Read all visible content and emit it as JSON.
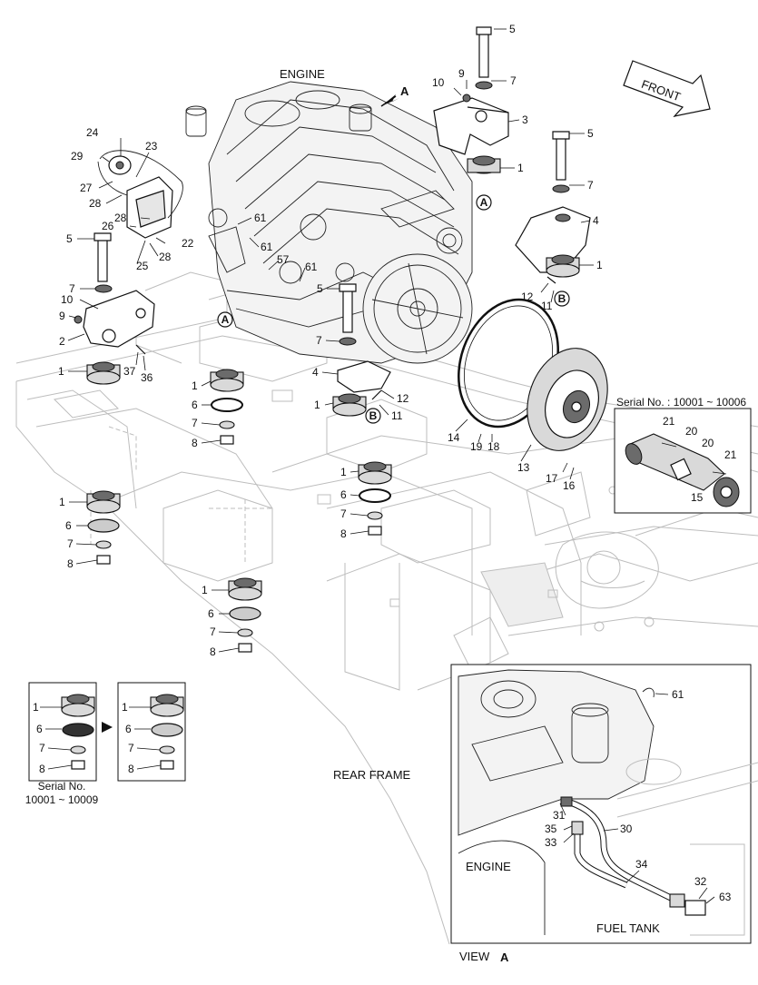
{
  "labels": {
    "engine_top": "ENGINE",
    "front": "FRONT",
    "rear_frame": "REAR FRAME",
    "serial_box_title": "Serial No. : 10001 ~ 10006",
    "serial_small_1": "Serial No.",
    "serial_small_2": "10001 ~ 10009",
    "view_a_text": "VIEW",
    "view_a_letter": "A",
    "inset_engine": "ENGINE",
    "inset_fuel_tank": "FUEL TANK",
    "arrow_a": "A",
    "marker_a": "A",
    "marker_b": "B"
  },
  "callouts": {
    "n1": "1",
    "n2": "2",
    "n3": "3",
    "n4": "4",
    "n5": "5",
    "n6": "6",
    "n7": "7",
    "n8": "8",
    "n9": "9",
    "n10": "10",
    "n11": "11",
    "n12": "12",
    "n13": "13",
    "n14": "14",
    "n15": "15",
    "n16": "16",
    "n17": "17",
    "n18": "18",
    "n19": "19",
    "n20": "20",
    "n21": "21",
    "n22": "22",
    "n23": "23",
    "n24": "24",
    "n25": "25",
    "n26": "26",
    "n27": "27",
    "n28": "28",
    "n29": "29",
    "n30": "30",
    "n31": "31",
    "n32": "32",
    "n33": "33",
    "n34": "34",
    "n35": "35",
    "n36": "36",
    "n37": "37",
    "n57": "57",
    "n61": "61",
    "n63": "63"
  }
}
